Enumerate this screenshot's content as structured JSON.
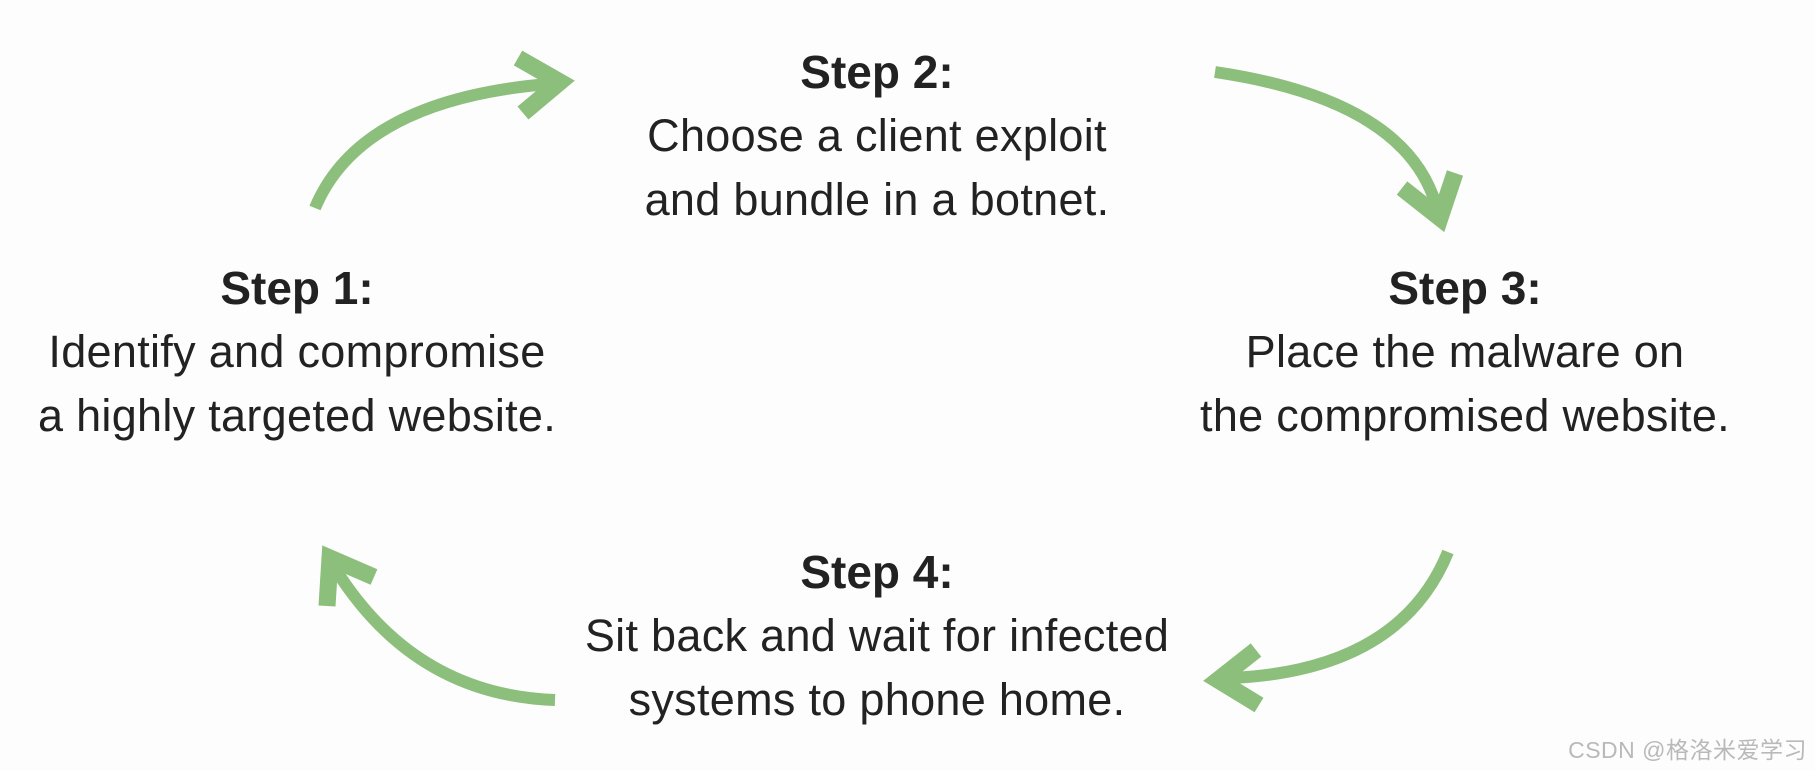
{
  "diagram": {
    "kind": "cycle-diagram",
    "steps": [
      {
        "id": 1,
        "title": "Step 1:",
        "lines": [
          "Identify and compromise",
          "a highly targeted website."
        ]
      },
      {
        "id": 2,
        "title": "Step 2:",
        "lines": [
          "Choose a client exploit",
          "and bundle in a botnet."
        ]
      },
      {
        "id": 3,
        "title": "Step 3:",
        "lines": [
          "Place the malware on",
          "the compromised website."
        ]
      },
      {
        "id": 4,
        "title": "Step 4:",
        "lines": [
          "Sit back and wait for infected",
          "systems to phone home."
        ]
      }
    ],
    "arrows": [
      {
        "name": "curved-arrow-step1-to-step2"
      },
      {
        "name": "curved-arrow-step2-to-step3"
      },
      {
        "name": "curved-arrow-step3-to-step4"
      },
      {
        "name": "curved-arrow-step4-to-step1"
      }
    ]
  },
  "watermark": {
    "text": "CSDN @格洛米爱学习"
  },
  "colors": {
    "accent": "#8cbe7c",
    "text": "#222222",
    "background": "#fdfdfd",
    "watermark": "#b9b9b9"
  }
}
